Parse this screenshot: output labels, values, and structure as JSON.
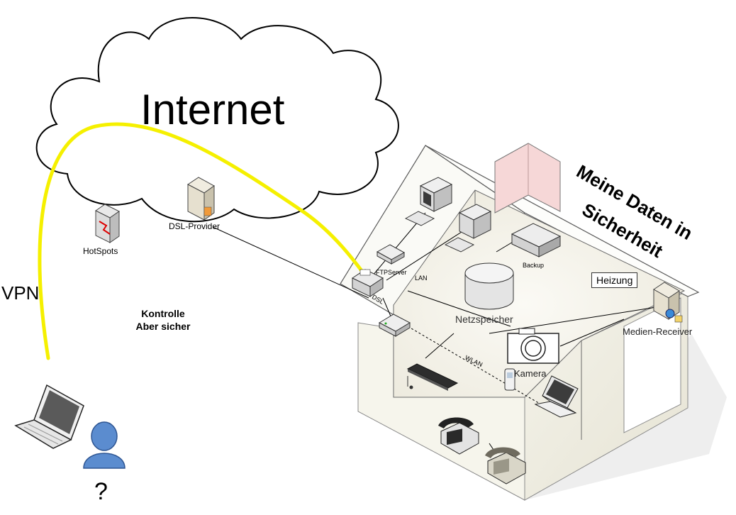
{
  "cloud_label": "Internet",
  "vpn_label": "VPN",
  "hotspots_label": "HotSpots",
  "dsl_provider_label": "DSL-Provider",
  "kontrolle_line1": "Kontrolle",
  "kontrolle_line2": "Aber sicher",
  "question_mark": "?",
  "ftp_server_label": "FTPServer",
  "lan_label": "LAN",
  "dsl_label": "DSL",
  "wlan_label": "WLAN",
  "backup_label": "Backup",
  "netzspeicher_label": "Netzspeicher",
  "heizung_label": "Heizung",
  "medien_receiver_label": "Medien-Receiver",
  "kamera_label": "Kamera",
  "headline_line1": "Meine Daten in",
  "headline_line2": "Sicherheit",
  "colors": {
    "vpn_link": "#f5f000",
    "chimney": "#f6d7d7",
    "user": "#5b8ccf",
    "house_line": "#6b6b6b"
  }
}
